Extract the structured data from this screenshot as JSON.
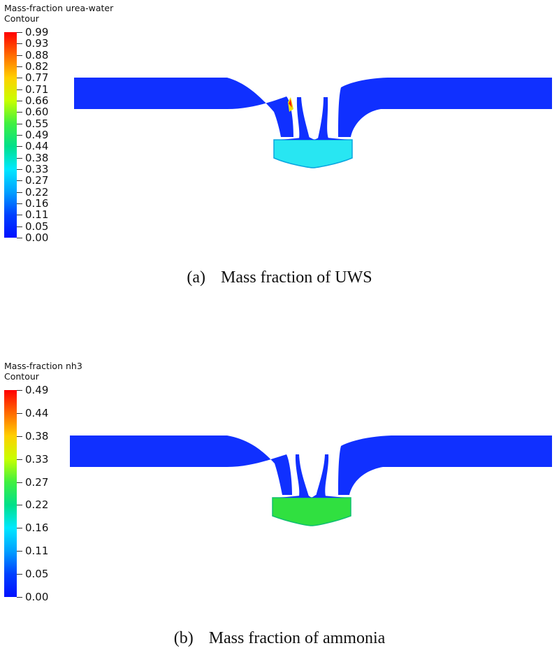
{
  "panel_a": {
    "legend_title_line1": "Mass-fraction urea-water",
    "legend_title_line2": "Contour",
    "ticks": [
      "0.99",
      "0.93",
      "0.88",
      "0.82",
      "0.77",
      "0.71",
      "0.66",
      "0.60",
      "0.55",
      "0.49",
      "0.44",
      "0.38",
      "0.33",
      "0.27",
      "0.22",
      "0.16",
      "0.11",
      "0.05",
      "0.00"
    ],
    "caption_tag": "(a)",
    "caption_text": "Mass fraction of UWS",
    "colors": {
      "pipe": "#1030ff",
      "chamber": "#28e6f2",
      "chamber_edge": "#0aa6e0",
      "spot_red": "#ff2000",
      "spot_yellow": "#f0e000"
    }
  },
  "panel_b": {
    "legend_title_line1": "Mass-fraction nh3",
    "legend_title_line2": "Contour",
    "ticks": [
      "0.49",
      "0.44",
      "0.38",
      "0.33",
      "0.27",
      "0.22",
      "0.16",
      "0.11",
      "0.05",
      "0.00"
    ],
    "caption_tag": "(b)",
    "caption_text": "Mass fraction of ammonia",
    "colors": {
      "pipe": "#1030ff",
      "chamber": "#30e040",
      "chamber_edge": "#10c070"
    }
  },
  "colormap": [
    "#ff0000",
    "#ff6a00",
    "#ffd000",
    "#c8ff00",
    "#40f040",
    "#00e08a",
    "#00e8ff",
    "#00a0ff",
    "#0040ff",
    "#0010ff"
  ]
}
